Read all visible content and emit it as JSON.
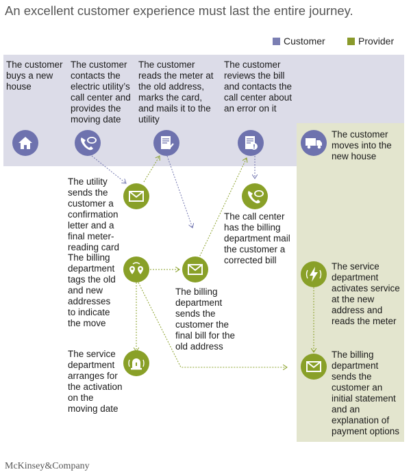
{
  "title": "An excellent customer experience must last the entire journey.",
  "legend": {
    "customer": {
      "label": "Customer",
      "color": "#7b7fb3"
    },
    "provider": {
      "label": "Provider",
      "color": "#8a9a2b"
    }
  },
  "colors": {
    "customer_band": "#dcdce8",
    "provider_band": "#e3e5ce",
    "customer_icon": "#6e72ae",
    "provider_icon": "#89a028"
  },
  "steps": {
    "buys_house": "The customer buys a new house",
    "contacts_utility": "The customer contacts the electric utility’s call center and provides the moving date",
    "reads_meter": "The customer reads the meter at the old address, marks the card, and mails it to the utility",
    "reviews_bill": "The customer reviews the bill and contacts the call center about an error on it",
    "moves_in": "The customer moves into the new house",
    "utility_sends": "The utility sends the customer a confirmation letter and a final meter-reading card",
    "billing_tags": "The billing department tags the old and new addresses to indicate the move",
    "billing_final": "The billing department sends the customer the final bill for the old address",
    "call_center_fix": "The call center has the billing department mail the customer a corrected bill",
    "service_activates": "The service department activates service at the new address and reads the meter",
    "billing_initial": "The billing department sends the customer an initial statement and an explanation of payment options",
    "service_arranges": "The service department arranges for the activation on the moving date"
  },
  "icons": {
    "house": "house-icon",
    "phone": "phone-icon",
    "form": "form-check-icon",
    "bill": "bill-alert-icon",
    "truck": "truck-icon",
    "mail": "mail-icon",
    "pins": "location-pins-icon",
    "alarm": "alarm-bell-icon",
    "lightning": "lightning-icon"
  },
  "footer": "McKinsey&Company"
}
